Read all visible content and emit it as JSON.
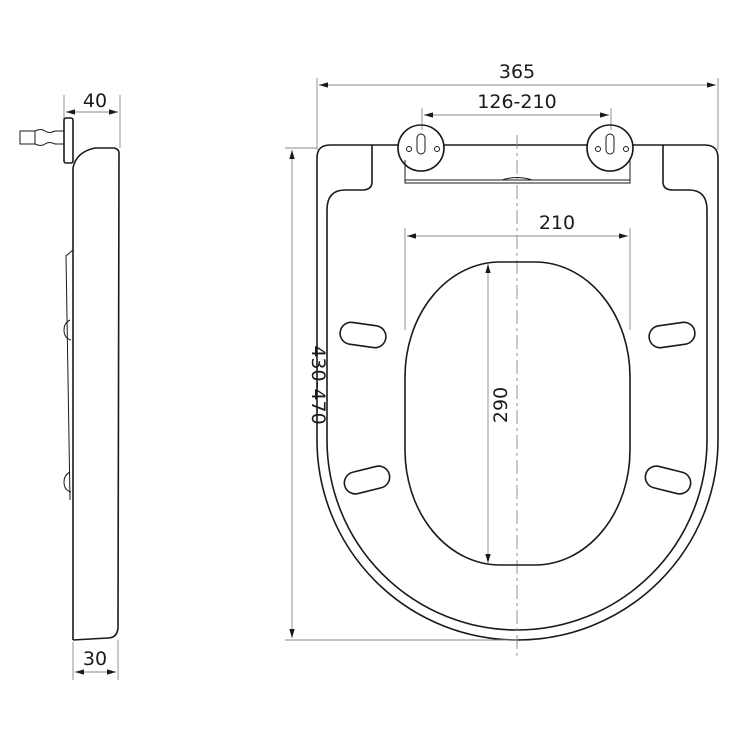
{
  "dimensions": {
    "side_depth_top": "40",
    "side_depth_bottom": "30",
    "overall_width": "365",
    "hinge_spacing": "126-210",
    "opening_width": "210",
    "opening_length": "290",
    "overall_length": "430-470"
  },
  "colors": {
    "line": "#1a1a1a",
    "dimension": "#888888"
  }
}
